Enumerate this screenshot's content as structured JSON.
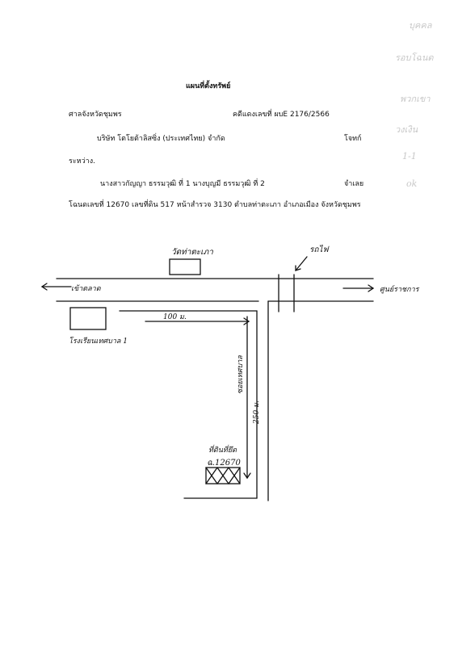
{
  "document": {
    "title": "แผนที่ตั้งทรัพย์",
    "court": "ศาลจังหวัดชุมพร",
    "case_number": "คดีแดงเลขที่ ผบE 2176/2566",
    "plaintiff": "บริษัท โตโยต้าลิสซิ่ง (ประเทศไทย) จำกัด",
    "plaintiff_role": "โจทก์",
    "between": "ระหว่าง.",
    "defendants": "นางสาวกัญญา  ธรรมวุฒิ  ที่ 1 นางบุญมี  ธรรมวุฒิ  ที่ 2",
    "defendant_role": "จำเลย",
    "land_deed_line": "โฉนดเลขที่ 12670   เลขที่ดิน 517  หน้าสำรวจ 3130  ตำบลท่าตะเภา  อำเภอเมือง  จังหวัดชุมพร"
  },
  "map_labels": {
    "temple": "วัดท่าตะเภา",
    "railway": "รถไฟ",
    "to_market": "เข้าตลาด",
    "to_center": "ศูนย์ราชการ",
    "distance_100": "100 ม.",
    "school": "โรงเรียนเทศบาล 1",
    "soi": "ซอยเทศบาล",
    "distance_250": "250 ม.",
    "property_marker": "ที่ดินที่ยึด",
    "deed_number": "ฉ.12670"
  },
  "margin_notes": [
    "บุคคล",
    "รอบโฉนด",
    "พวกเขา",
    "วงเงิน",
    "1-1",
    "ok"
  ]
}
